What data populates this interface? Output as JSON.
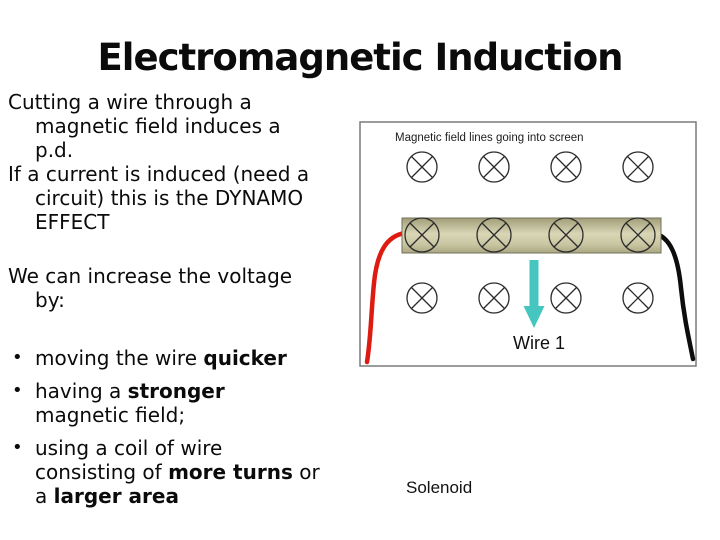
{
  "slide": {
    "title": "Electromagnetic Induction",
    "body": {
      "paragraphs": [
        "Cutting a wire through a magnetic field induces a p.d.",
        "If a current is induced (need a circuit) this is the DYNAMO EFFECT",
        "We can increase the voltage by:"
      ],
      "bullet_char": "•",
      "bullets": [
        [
          {
            "text": "moving the wire ",
            "bold": false
          },
          {
            "text": "quicker",
            "bold": true
          }
        ],
        [
          {
            "text": "having a ",
            "bold": false
          },
          {
            "text": "stronger",
            "bold": true
          },
          {
            "text": " magnetic field;",
            "bold": false
          }
        ],
        [
          {
            "text": "using a coil of wire consisting of ",
            "bold": false
          },
          {
            "text": "more turns",
            "bold": true
          },
          {
            "text": " or a ",
            "bold": false
          },
          {
            "text": "larger area",
            "bold": true
          }
        ]
      ]
    },
    "diagram": {
      "caption": "Magnetic field lines going into screen",
      "wire_label": "Wire 1",
      "solenoid_label": "Solenoid",
      "symbol_meaning": "circle-with-cross = field line into screen",
      "grid": {
        "rows": 3,
        "cols": 4
      },
      "colors": {
        "box_border": "#7a7a7a",
        "symbol_stroke": "#2b2b2b",
        "rod_border": "#72725a",
        "red_wire": "#de1b10",
        "black_wire": "#0d0d0d",
        "arrow_fill": "#45c7c0",
        "arrow_border": "#5f949c"
      }
    }
  }
}
